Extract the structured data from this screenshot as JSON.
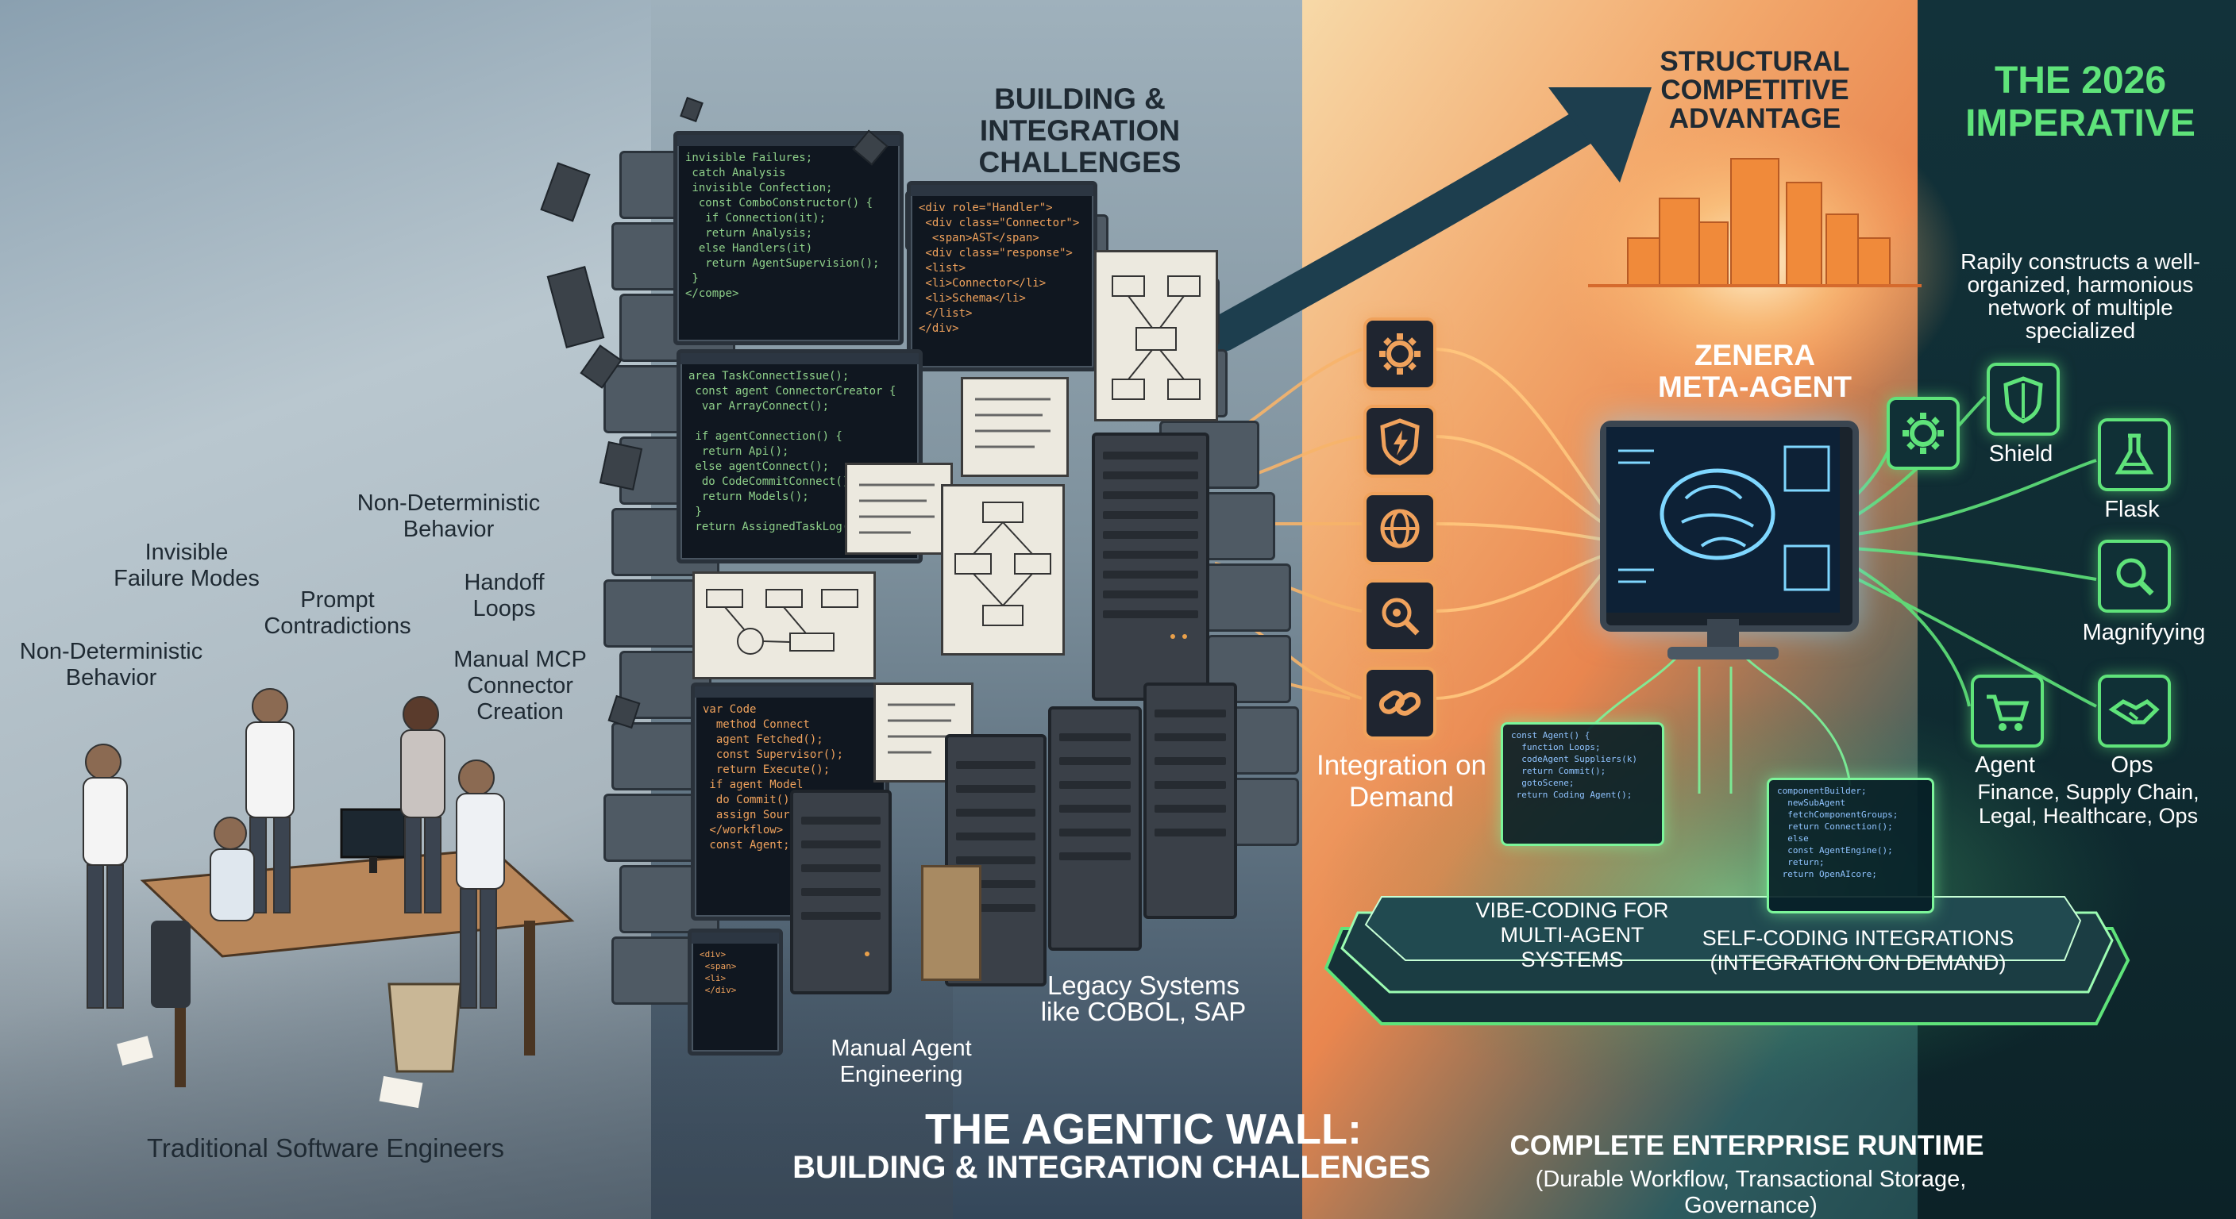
{
  "left": {
    "labels": [
      "Non-Deterministic Behavior",
      "Invisible Failure Modes",
      "Prompt Contradictions",
      "Non-Deterministic Behavior",
      "Handoff Loops",
      "Manual MCP Connector Creation"
    ],
    "caption": "Traditional Software Engineers"
  },
  "wall": {
    "top_title": "BUILDING & INTEGRATION CHALLENGES",
    "manual_agent": "Manual Agent Engineering",
    "legacy": "Legacy Systems like COBOL, SAP",
    "main_title": "THE AGENTIC WALL:",
    "main_subtitle": "BUILDING & INTEGRATION CHALLENGES",
    "integration_on_demand": "Integration on Demand"
  },
  "right": {
    "advantage": "STRUCTURAL COMPETITIVE ADVANTAGE",
    "meta_agent": "ZENERA META-AGENT",
    "vibe": "VIBE-CODING FOR MULTI-AGENT SYSTEMS",
    "self": "SELF-CODING INTEGRATIONS (INTEGRATION ON DEMAND)",
    "runtime_title": "COMPLETE ENTERPRISE RUNTIME",
    "runtime_sub": "(Durable Workflow, Transactional Storage, Governance)"
  },
  "panel": {
    "title": "THE 2026 IMPERATIVE",
    "desc": "Rapily constructs a well-organized, harmonious network of multiple specialized",
    "icons": [
      {
        "name": "gear-icon",
        "label": ""
      },
      {
        "name": "shield-icon",
        "label": "Shield"
      },
      {
        "name": "flask-icon",
        "label": "Flask"
      },
      {
        "name": "magnifier-icon",
        "label": "Magnifyying"
      },
      {
        "name": "cart-icon",
        "label": "Agent"
      },
      {
        "name": "handshake-icon",
        "label": "Ops"
      }
    ],
    "domains": "Finance, Supply Chain, Legal, Healthcare, Ops"
  },
  "colors": {
    "accent_orange": "#f0a25c",
    "accent_green": "#5fe37a",
    "code_green": "#8fd18a"
  }
}
